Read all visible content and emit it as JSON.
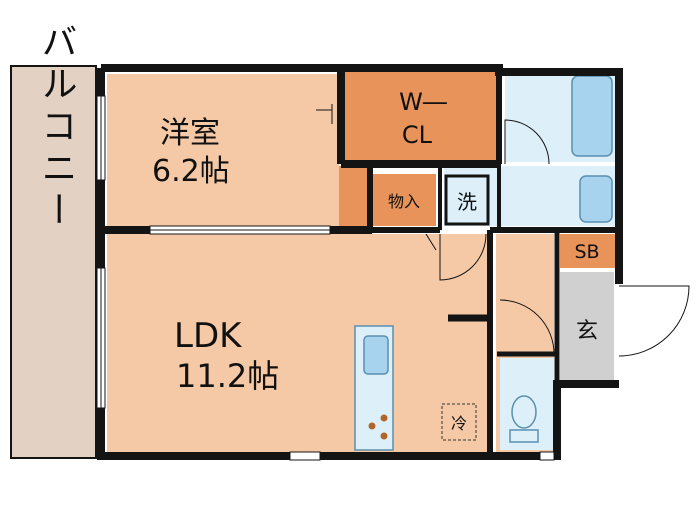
{
  "rooms": {
    "western": {
      "name": "洋室",
      "size": "6.2帖"
    },
    "ldk": {
      "name": "LDK",
      "size": "11.2帖"
    },
    "wcl": {
      "line1": "W―",
      "line2": "CL"
    },
    "storage": {
      "label": "物入"
    },
    "washer": {
      "label": "洗"
    },
    "shoebox": {
      "label": "SB"
    },
    "entrance": {
      "label": "玄"
    },
    "fridge": {
      "label": "冷"
    },
    "balcony": {
      "label": "バルコニー"
    }
  },
  "colors": {
    "room": "#F5C9A6",
    "closet": "#E8935A",
    "wet": "#DDF0FA",
    "fixture": "#A7D3EE",
    "balcony": "#E3D1C3",
    "entrance": "#D0D0D0",
    "wall": "#141414",
    "burner": "#B0662A"
  }
}
